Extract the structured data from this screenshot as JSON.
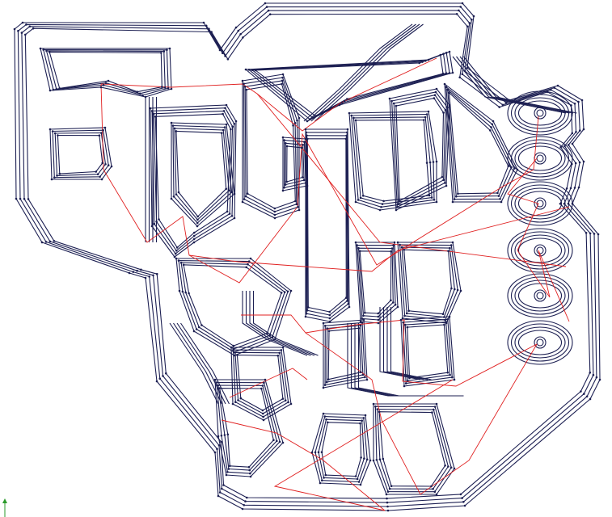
{
  "colors": {
    "background": "#ffffff",
    "toolpath": "#1c1f52",
    "rapid_move": "#e02020",
    "axis_marker": "#2a9a2a"
  },
  "diagram": {
    "type": "pcb-isolation-toolpath",
    "outline_passes": 4,
    "pad_count": 6
  }
}
